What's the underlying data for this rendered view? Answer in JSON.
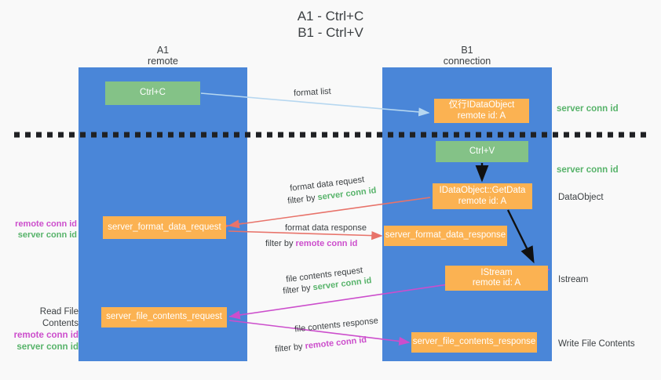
{
  "title": {
    "line1": "A1 - Ctrl+C",
    "line2": "B1 - Ctrl+V"
  },
  "columns": [
    {
      "id": "a1",
      "name": "A1",
      "role": "remote",
      "color": "#4a86d8"
    },
    {
      "id": "b1",
      "name": "B1",
      "role": "connection",
      "color": "#4a86d8"
    }
  ],
  "boxes": {
    "ctrl_c": {
      "label": "Ctrl+C",
      "color": "#84c287"
    },
    "idataobject": {
      "line1": "仅行IDataObject",
      "line2": "remote id: A",
      "color": "#fbb252"
    },
    "ctrl_v": {
      "label": "Ctrl+V",
      "color": "#84c287"
    },
    "getdata": {
      "line1": "IDataObject::GetData",
      "line2": "remote id: A",
      "color": "#fbb252"
    },
    "format_data_request": {
      "label": "server_format_data_request",
      "color": "#fbb252"
    },
    "format_data_response": {
      "label": "server_format_data_response",
      "color": "#fbb252"
    },
    "istream": {
      "line1": "IStream",
      "line2": "remote id: A",
      "color": "#fbb252"
    },
    "file_contents_request": {
      "label": "server_file_contents_request",
      "color": "#fbb252"
    },
    "file_contents_response": {
      "label": "server_file_contents_response",
      "color": "#fbb252"
    }
  },
  "arrow_labels": {
    "format_list": "format list",
    "format_data_request": "format data request",
    "format_data_request_filter_prefix": "filter by ",
    "format_data_request_filter_value": "server conn id",
    "format_data_response": "format data response",
    "format_data_response_filter_prefix": "filter by ",
    "format_data_response_filter_value": "remote conn id",
    "file_contents_request": "file contents request",
    "file_contents_request_filter_prefix": "filter by ",
    "file_contents_request_filter_value": "server conn id",
    "file_contents_response": "file contents response",
    "file_contents_response_filter_prefix": "filter by ",
    "file_contents_response_filter_value": "remote conn id"
  },
  "side_notes": {
    "server_conn_id_top": "server conn id",
    "server_conn_id_mid": "server conn id",
    "data_object": "DataObject",
    "istream": "Istream",
    "write_file_contents": "Write File Contents"
  },
  "left_notes": {
    "remote_conn_id_1": "remote conn id",
    "server_conn_id_1": "server conn id",
    "read_file_contents": "Read File Contents",
    "remote_conn_id_2": "remote conn id",
    "server_conn_id_2": "server conn id"
  },
  "colors": {
    "column_blue": "#4a86d8",
    "green_box": "#84c287",
    "orange_box": "#fbb252",
    "light_blue_arrow": "#b6d7f0",
    "red_arrow": "#e8736a",
    "magenta_arrow": "#cc4ecc",
    "green_text": "#57b36a",
    "purple_text": "#cc4ecc",
    "background": "#f9f9f9",
    "divider": "#202124"
  }
}
